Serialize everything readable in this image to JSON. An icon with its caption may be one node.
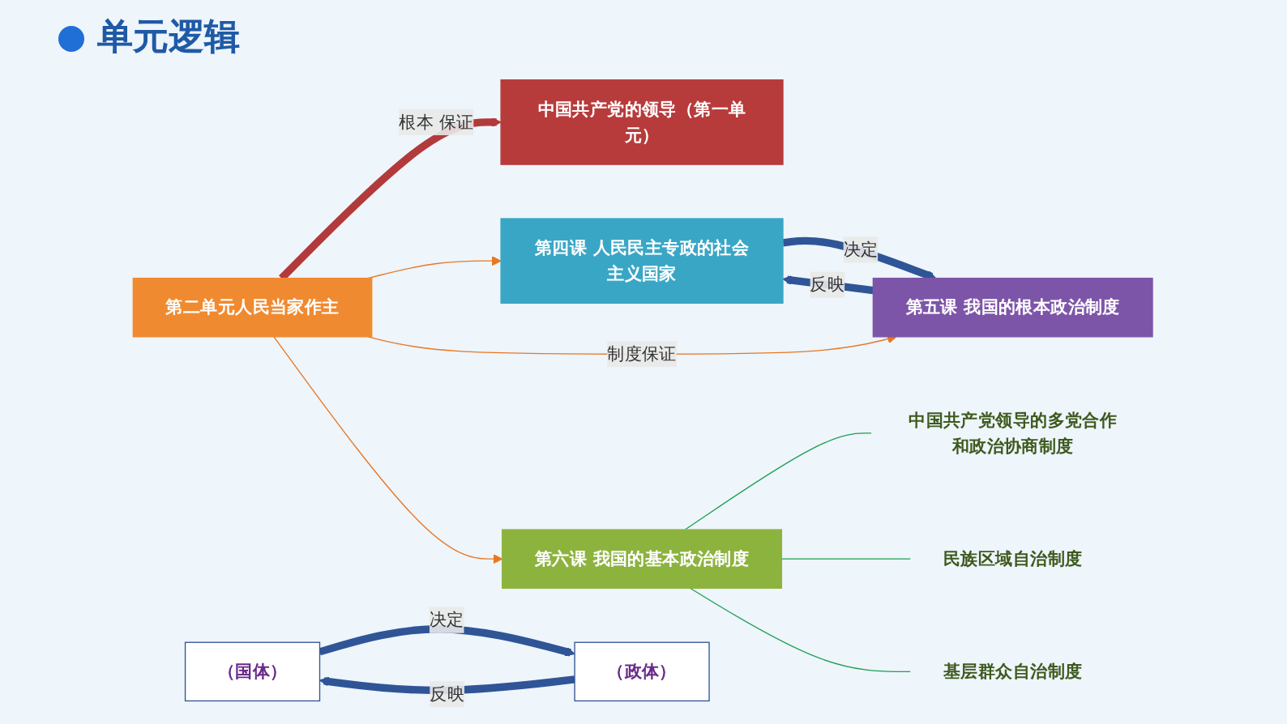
{
  "diagram": {
    "title": "单元逻辑",
    "nodes": [
      {
        "text": [
          "中国共产党的领导（第一单元）"
        ]
      },
      {
        "text": [
          "第二单元人民当家作主"
        ]
      },
      {
        "text": [
          "第四课 人民民主专政的社会主义国家"
        ]
      },
      {
        "text": [
          "第五课 我国的根本政治制度"
        ]
      },
      {
        "text": [
          "第六课 我国的基本政治制度"
        ]
      },
      {
        "text": [
          "（国体）"
        ]
      },
      {
        "text": [
          "（政体）"
        ]
      },
      {
        "text": [
          "中国共产党领导的多党合作和政治协商制度"
        ]
      },
      {
        "text": [
          "民族区域自治制度"
        ]
      },
      {
        "text": [
          "基层群众自治制度"
        ]
      }
    ],
    "edges": [
      {
        "from": 1,
        "to": 0,
        "arrow": "to",
        "label": "根本 保证",
        "style": "thick",
        "color": "#b23a3a"
      },
      {
        "from": 1,
        "to": 2,
        "arrow": "to",
        "color": "#e87722"
      },
      {
        "from": 1,
        "to": 3,
        "arrow": "to",
        "label": "制度保证",
        "color": "#e87722"
      },
      {
        "from": 1,
        "to": 4,
        "arrow": "to",
        "color": "#e87722"
      },
      {
        "from": 2,
        "to": 3,
        "arrow": "to",
        "label": "决定",
        "style": "thick",
        "color": "#2f5597"
      },
      {
        "from": 3,
        "to": 2,
        "arrow": "to",
        "label": "反映",
        "style": "thick",
        "color": "#2f5597"
      },
      {
        "from": 5,
        "to": 6,
        "arrow": "to",
        "label": "决定",
        "style": "thick",
        "color": "#2f5597"
      },
      {
        "from": 6,
        "to": 5,
        "arrow": "to",
        "label": "反映",
        "style": "thick",
        "color": "#2f5597"
      },
      {
        "from": 4,
        "to": 7,
        "arrow": "none",
        "color": "#1e9e50"
      },
      {
        "from": 4,
        "to": 8,
        "arrow": "none",
        "color": "#1e9e50"
      },
      {
        "from": 4,
        "to": 9,
        "arrow": "none",
        "color": "#1e9e50"
      }
    ]
  }
}
